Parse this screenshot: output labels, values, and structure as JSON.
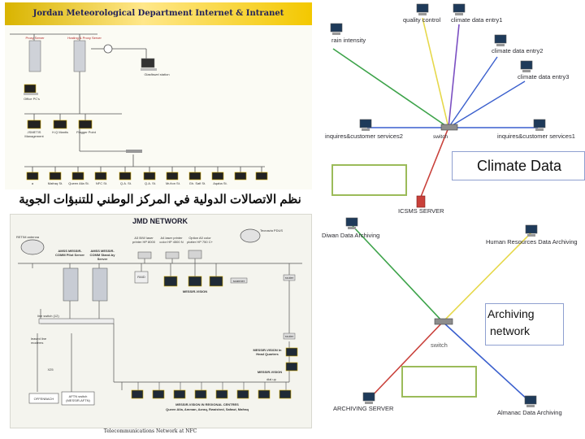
{
  "colors": {
    "banner_text": "#23235a",
    "link_blue": "#3a5fcd",
    "link_green": "#3da34a",
    "link_yellow": "#e6d84a",
    "link_purple": "#7b4fc2",
    "link_red": "#c9403a",
    "box_green": "#9bbb59"
  },
  "top_left_diagram": {
    "banner_title": "Jordan Meteorological Department Internet & Intranet",
    "servers": [
      "Proxy Server",
      "Hosting & Proxy Server"
    ],
    "globe_label": "Glasfiswel station",
    "office_label": "Office PC's",
    "mid_row": [
      "JSMETIS Management",
      "H.Q Mantis",
      "Flagger Point"
    ],
    "bottom_row": [
      "a",
      "Mafraq St.",
      "Queen Alia St.",
      "NFC St.",
      "Q.A. St.",
      "Q.A. St.",
      "Mu'ton St.",
      "Gh. Safi St.",
      "Aqaba St."
    ]
  },
  "arabic_title": "نظم الاتصالات الدولية في المركز الوطني للتنبؤات الجوية",
  "jmd_diagram": {
    "title": "JMD NETWORK",
    "labels": {
      "retim": "RETIM antenna",
      "tecnavia": "Tecnavia PDUS",
      "amss1": "AMSS MESSIR-COMM Pilot Server",
      "amss2": "AMSS MESSIR-COMM Stand-by Server",
      "printer1": "A3 B/W laser printer HP 8000",
      "printer2": "A4 laser printer color HP 4500 N",
      "plotter": "Option A0 color plotter HP 750 C+",
      "raid": "RAID",
      "messir_vision": "MESSIR-VISION",
      "line_switch": "line switch (12)",
      "leased_line": "leased line modems",
      "x25": "X25",
      "offenbach": "OFFENBACH",
      "aftn": "AFTN switch (MESSIR-AFTN)",
      "messir_hq": "MESSIR-VISION In Head Quarters",
      "messir_hq2": "MESSIR-VISION",
      "dial_up": "dial up",
      "regional": "MESSIR-VISION IN REGIONAL CENTRES",
      "regional_sub": "Queen Alia, Amman, Azraq, Rwaished, Safawi, Mafraq",
      "scanner": "scanner",
      "router": "router"
    },
    "caption": "Telecommunications  Network at NFC"
  },
  "climate_network": {
    "nodes": {
      "quality_control": "quality control",
      "entry1": "climate data entry1",
      "rain": "rain intensity",
      "entry2": "climate data entry2",
      "entry3": "climate data entry3",
      "inquiries2": "inquires&customer services2",
      "inquiries1": "inquires&customer services1",
      "switch": "switch",
      "icsms": "ICSMS SERVER"
    },
    "callout": "Climate Data"
  },
  "archiving_network": {
    "nodes": {
      "diwan": "Diwan Data Archiving",
      "hr": "Human Resources Data Archiving",
      "switch": "switch",
      "archiving_server": "ARCHIVING SERVER",
      "almanac": "Almanac Data Archiving"
    },
    "callout_line1": "Archiving",
    "callout_line2": "network"
  }
}
